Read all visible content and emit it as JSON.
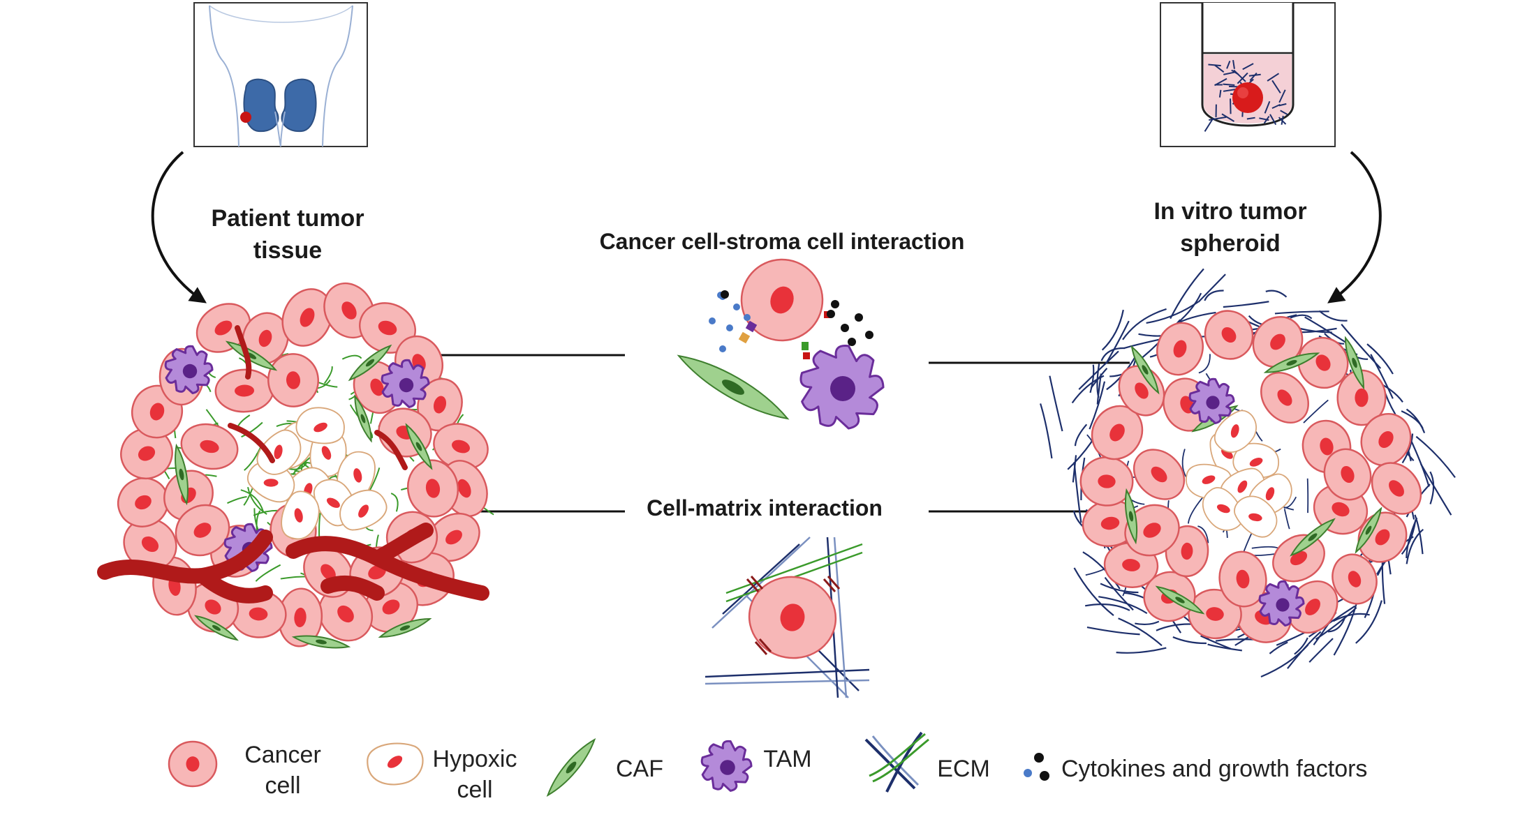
{
  "labels": {
    "patient_tissue": "Patient tumor tissue",
    "patient_tissue_line1": "Patient tumor",
    "patient_tissue_line2": "tissue",
    "spheroid_line1": "In vitro tumor",
    "spheroid_line2": "spheroid",
    "interaction_stroma": "Cancer cell-stroma cell interaction",
    "interaction_matrix": "Cell-matrix interaction"
  },
  "legend": {
    "cancer_line1": "Cancer",
    "cancer_line2": "cell",
    "hypoxic_line1": "Hypoxic",
    "hypoxic_line2": "cell",
    "caf": "CAF",
    "tam": "TAM",
    "ecm": "ECM",
    "cytokines": "Cytokines and growth factors"
  },
  "colors": {
    "cancer_fill": "#f7b7b7",
    "cancer_stroke": "#d9595d",
    "nucleus": "#e8323a",
    "hypoxic_stroke": "#d9a77a",
    "caf_fill": "#9fd18e",
    "caf_stroke": "#3e7f2e",
    "tam_fill": "#b48ad9",
    "tam_stroke": "#6a2d9a",
    "ecm_blue": "#1d2f6b",
    "vessel": "#b01a1a",
    "fiber_green": "#3a9a2a",
    "kidney": "#3d6aa8"
  }
}
